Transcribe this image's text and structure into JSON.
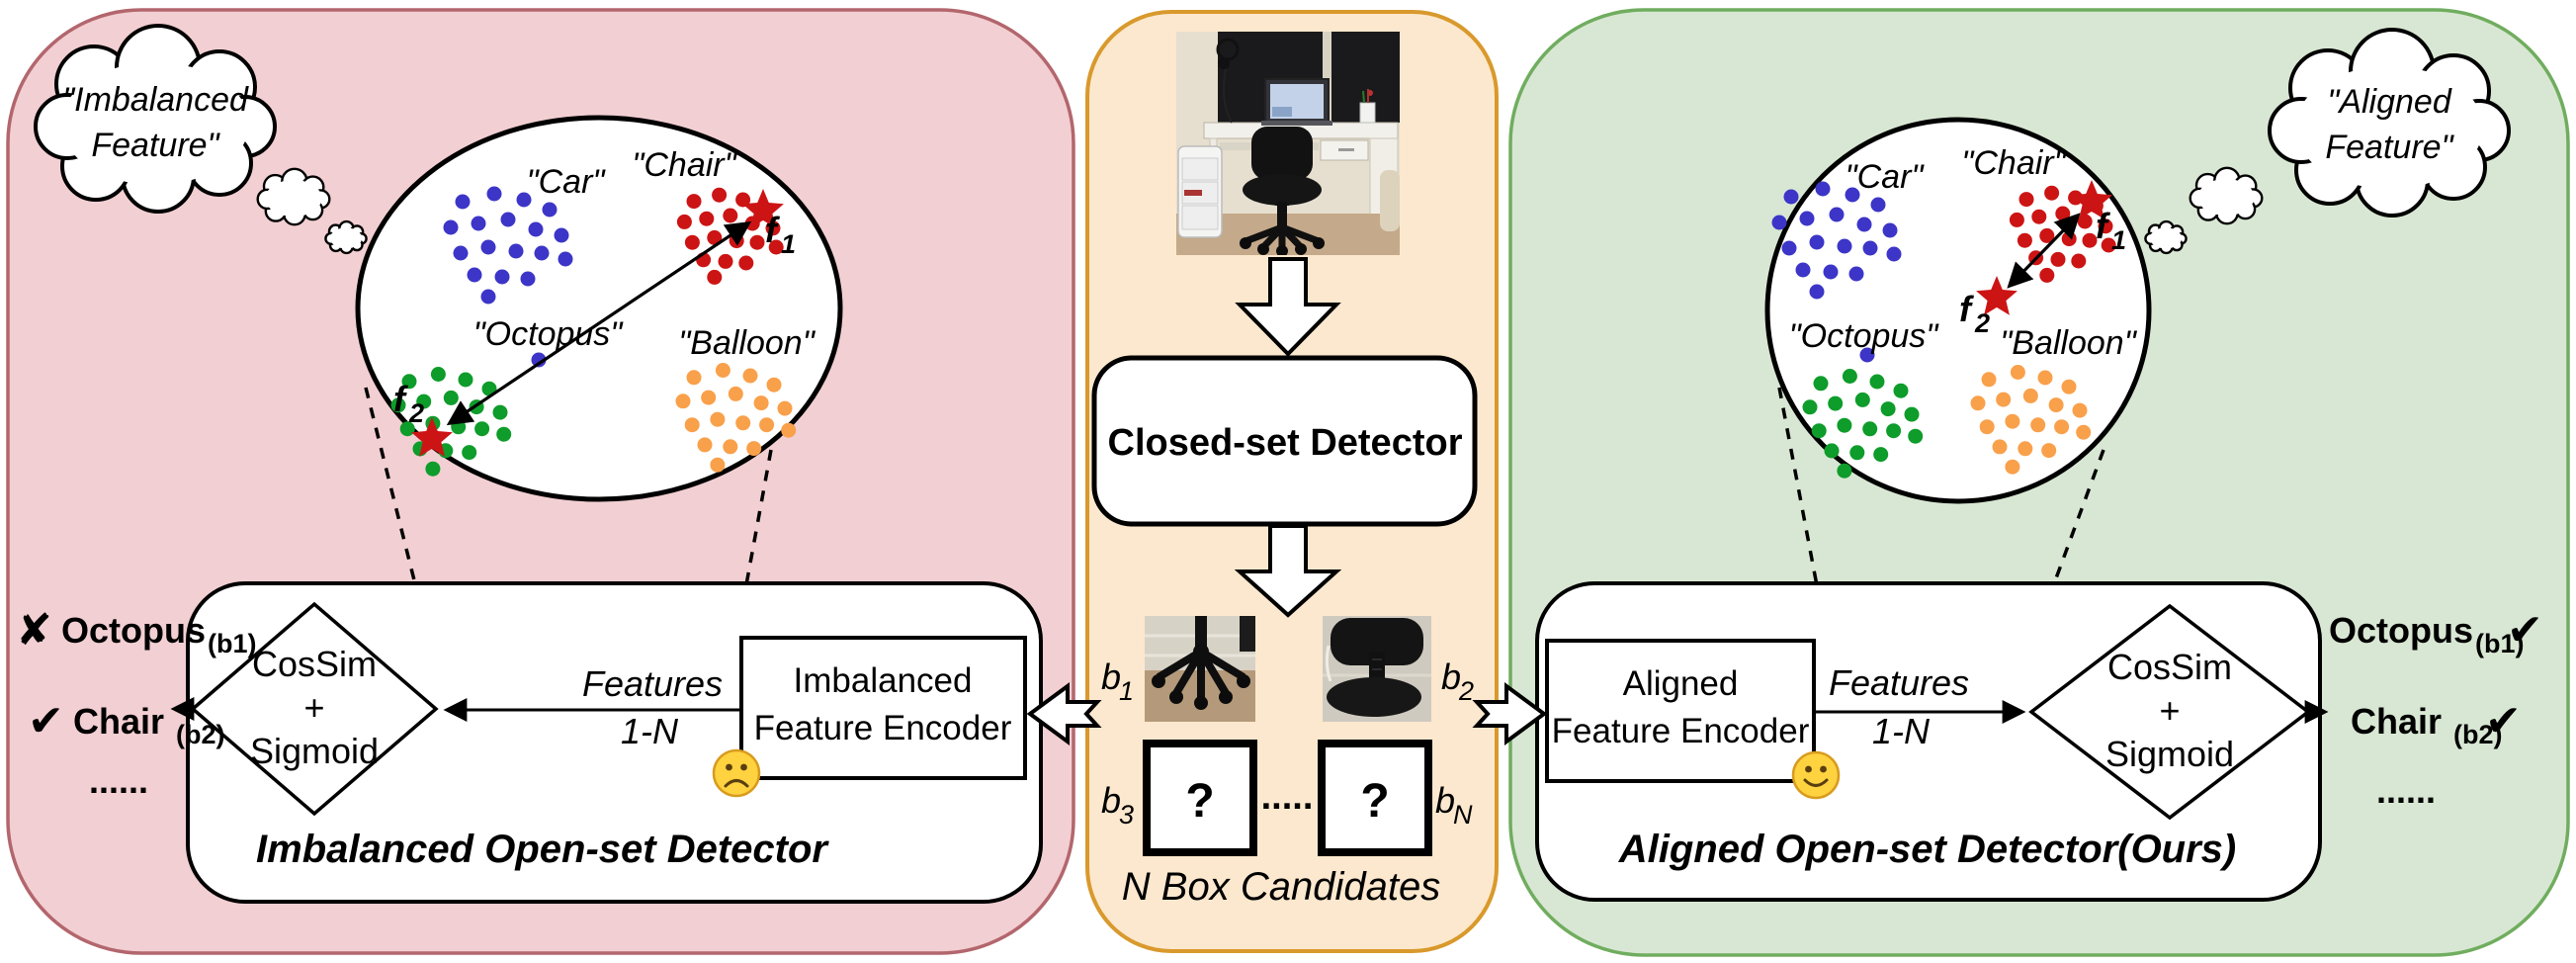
{
  "figure": {
    "left": {
      "bubble": [
        "\"Imbalanced",
        "Feature\""
      ],
      "clusters": {
        "car": "\"Car\"",
        "chair": "\"Chair\"",
        "octopus": "\"Octopus\"",
        "balloon": "\"Balloon\""
      },
      "points": {
        "f1": "f",
        "f1_sub": "1",
        "f2": "f",
        "f2_sub": "2"
      },
      "outputs": [
        {
          "icon": "✘",
          "label": "Octopus",
          "sub": "(b1)"
        },
        {
          "icon": "✔",
          "label": "Chair",
          "sub": "(b2)"
        },
        {
          "label": "......"
        }
      ],
      "diamond": [
        "CosSim",
        "+",
        "Sigmoid"
      ],
      "features": [
        "Features",
        "1-N"
      ],
      "encoder": [
        "Imbalanced",
        "Feature Encoder"
      ],
      "title": "Imbalanced Open-set Detector"
    },
    "middle": {
      "detector": "Closed-set Detector",
      "candidates": [
        {
          "label": "b",
          "sub": "1"
        },
        {
          "label": "b",
          "sub": "2"
        },
        {
          "label": "b",
          "sub": "3"
        },
        {
          "label": "b",
          "sub": "N"
        }
      ],
      "unknown_mark": "?",
      "ellipsis": ".....",
      "caption": "N Box Candidates"
    },
    "right": {
      "bubble": [
        "\"Aligned",
        "Feature\""
      ],
      "clusters": {
        "car": "\"Car\"",
        "chair": "\"Chair\"",
        "octopus": "\"Octopus\"",
        "balloon": "\"Balloon\""
      },
      "points": {
        "f1": "f",
        "f1_sub": "1",
        "f2": "f",
        "f2_sub": "2"
      },
      "outputs": [
        {
          "label": "Octopus",
          "sub": "(b1)",
          "icon": "✔"
        },
        {
          "label": "Chair",
          "sub": "(b2)",
          "icon": "✔"
        },
        {
          "label": "......"
        }
      ],
      "diamond": [
        "CosSim",
        "+",
        "Sigmoid"
      ],
      "features": [
        "Features",
        "1-N"
      ],
      "encoder": [
        "Aligned",
        "Feature Encoder"
      ],
      "title": "Aligned Open-set Detector(Ours)"
    },
    "colors": {
      "car": "#3c35c8",
      "chair": "#cc1414",
      "octopus": "#0e9c2a",
      "balloon": "#f9a04a",
      "left_bg": "#f2cfd2",
      "left_border": "#b3666d",
      "left_title": "#cc0000",
      "middle_bg": "#fce8ce",
      "middle_border": "#d9992c",
      "right_bg": "#d8e7d3",
      "right_border": "#70ad5f",
      "right_title": "#00a43c",
      "cross": "#cc1111",
      "check": "#1fa73c"
    }
  }
}
